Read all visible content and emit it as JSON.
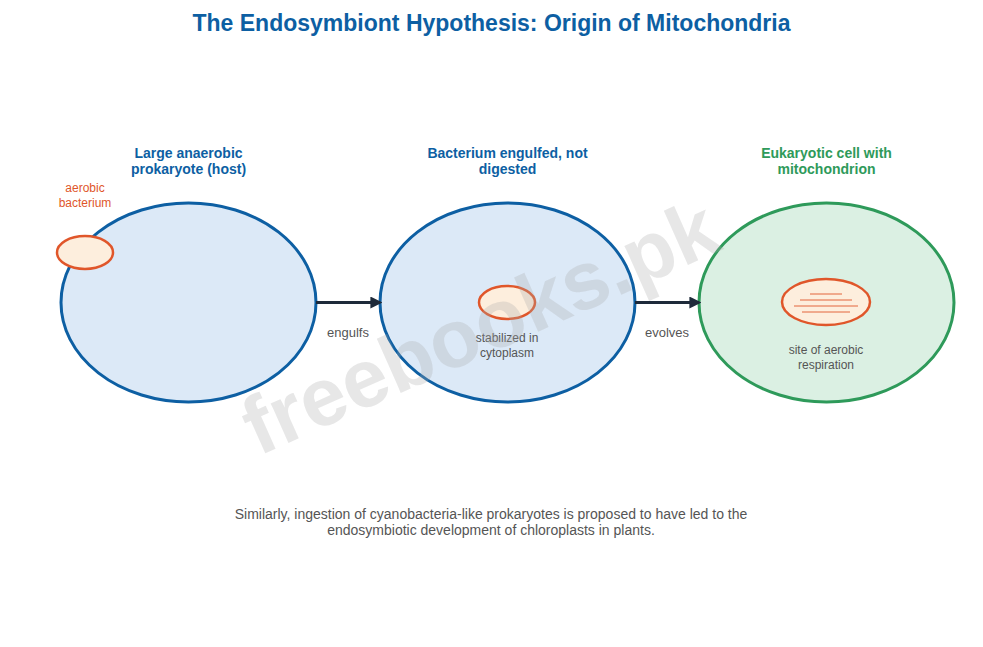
{
  "diagram": {
    "title": "The Endosymbiont Hypothesis: Origin of Mitochondria",
    "caption": "Similarly, ingestion of cyanobacteria-like prokaryotes is proposed to have led to the endosymbiotic development of chloroplasts in plants.",
    "nodes": [
      {
        "text": [
          "Large anaerobic prokaryote (host)"
        ]
      },
      {
        "text": [
          "aerobic bacterium"
        ]
      },
      {
        "text": [
          "Bacterium engulfed, not digested"
        ]
      },
      {
        "text": [
          "stabilized in cytoplasm"
        ],
        "in": 2
      },
      {
        "text": [
          "Eukaryotic cell with mitochondrion"
        ]
      },
      {
        "text": [
          "site of aerobic respiration"
        ],
        "in": 4
      }
    ],
    "edges": [
      {
        "from": 0,
        "to": 2,
        "label": "engulfs",
        "arrow": "to"
      },
      {
        "from": 2,
        "to": 4,
        "label": "evolves",
        "arrow": "to"
      }
    ],
    "labels": [
      "freebooks.pk"
    ]
  }
}
